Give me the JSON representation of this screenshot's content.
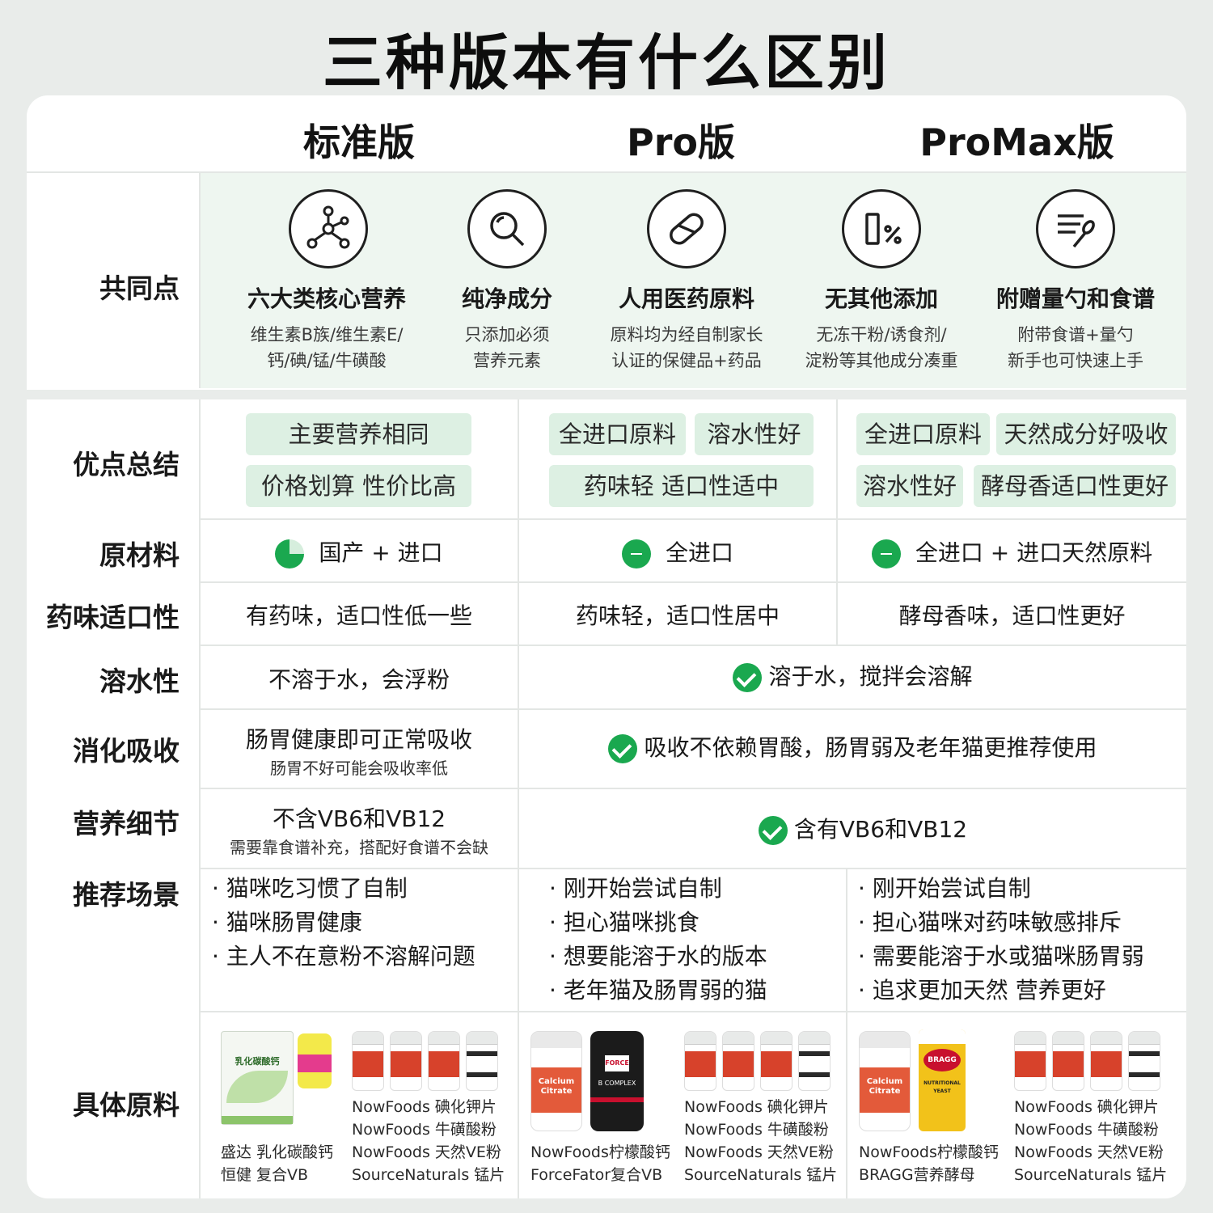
{
  "page_title": "三种版本有什么区别",
  "versions": [
    "标准版",
    "Pro版",
    "ProMax版"
  ],
  "common": {
    "label": "共同点",
    "items": [
      {
        "icon": "molecule-icon",
        "title": "六大类核心营养",
        "desc": [
          "维生素B族/维生素E/",
          "钙/碘/锰/牛磺酸"
        ]
      },
      {
        "icon": "magnifier-icon",
        "title": "纯净成分",
        "desc": [
          "只添加必须",
          "营养元素"
        ]
      },
      {
        "icon": "capsule-icon",
        "title": "人用医药原料",
        "desc": [
          "原料均为经自制家长",
          "认证的保健品+药品"
        ]
      },
      {
        "icon": "zero-percent-icon",
        "title": "无其他添加",
        "desc": [
          "无冻干粉/诱食剂/",
          "淀粉等其他成分凑重"
        ]
      },
      {
        "icon": "recipe-spoon-icon",
        "title": "附赠量勺和食谱",
        "desc": [
          "附带食谱+量勺",
          "新手也可快速上手"
        ]
      }
    ]
  },
  "pros": {
    "label": "优点总结",
    "standard": [
      "主要营养相同",
      "价格划算 性价比高"
    ],
    "pro": [
      "全进口原料",
      "溶水性好",
      "药味轻 适口性适中"
    ],
    "promax": [
      "全进口原料",
      "天然成分好吸收",
      "溶水性好",
      "酵母香适口性更好"
    ]
  },
  "material": {
    "label": "原材料",
    "standard": "国产 + 进口",
    "pro": "全进口",
    "promax": "全进口 + 进口天然原料",
    "import_share": {
      "standard": 0.75,
      "pro": 1.0,
      "promax": 1.0
    }
  },
  "taste": {
    "label": "药味适口性",
    "standard": "有药味，适口性低一些",
    "pro": "药味轻，适口性居中",
    "promax": "酵母香味，适口性更好"
  },
  "solubility": {
    "label": "溶水性",
    "standard": "不溶于水，会浮粉",
    "pro_promax": "溶于水，搅拌会溶解"
  },
  "digestion": {
    "label": "消化吸收",
    "standard": "肠胃健康即可正常吸收",
    "standard_sub": "肠胃不好可能会吸收率低",
    "pro_promax": "吸收不依赖胃酸，肠胃弱及老年猫更推荐使用"
  },
  "nutrition": {
    "label": "营养细节",
    "standard": "不含VB6和VB12",
    "standard_sub": "需要靠食谱补充，搭配好食谱不会缺",
    "pro_promax": "含有VB6和VB12"
  },
  "scenario": {
    "label": "推荐场景",
    "standard": [
      "· 猫咪吃习惯了自制",
      "· 猫咪肠胃健康",
      "· 主人不在意粉不溶解问题"
    ],
    "pro": [
      "· 刚开始尝试自制",
      "· 担心猫咪挑食",
      "· 想要能溶于水的版本",
      "· 老年猫及肠胃弱的猫"
    ],
    "promax": [
      "· 刚开始尝试自制",
      "· 担心猫咪对药味敏感排斥",
      "· 需要能溶于水或猫咪肠胃弱",
      "· 追求更加天然 营养更好"
    ]
  },
  "ingredients": {
    "label": "具体原料",
    "standard_left": [
      "盛达 乳化碳酸钙",
      "恒健 复合VB"
    ],
    "common_right": [
      "NowFoods 碘化钾片",
      "NowFoods 牛磺酸粉",
      "NowFoods 天然VE粉",
      "SourceNaturals 锰片"
    ],
    "pro_left": [
      "NowFoods柠檬酸钙",
      "ForceFator复合VB"
    ],
    "promax_left": [
      "NowFoods柠檬酸钙",
      "BRAGG营养酵母"
    ],
    "product_text": {
      "sachet": "乳化碳酸钙",
      "calcium": [
        "Calcium",
        "Citrate"
      ],
      "force": [
        "FORCE",
        "B COMPLEX"
      ],
      "bragg": [
        "BRAGG",
        "NUTRITIONAL",
        "YEAST"
      ]
    }
  },
  "colors": {
    "accent": "#1aa84f",
    "tag_bg": "#ddf0e3",
    "common_bg": "#eef6f0",
    "now_red": "#d7422b",
    "bragg_yellow": "#f2c21a"
  }
}
